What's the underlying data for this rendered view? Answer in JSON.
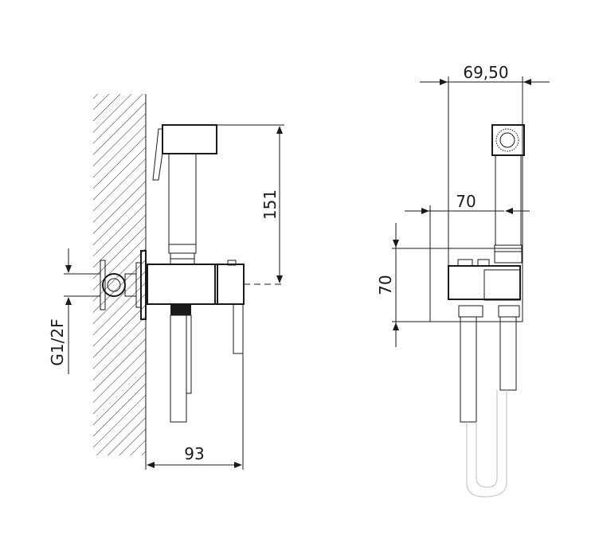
{
  "drawing": {
    "dimensions": {
      "height_151": "151",
      "depth_93": "93",
      "thread_g12f": "G1/2F",
      "width_69_50": "69,50",
      "width_70": "70",
      "height_70": "70"
    },
    "colors": {
      "line": "#1a1a1a",
      "background": "#ffffff",
      "hose_light": "#c8c8c8"
    }
  }
}
